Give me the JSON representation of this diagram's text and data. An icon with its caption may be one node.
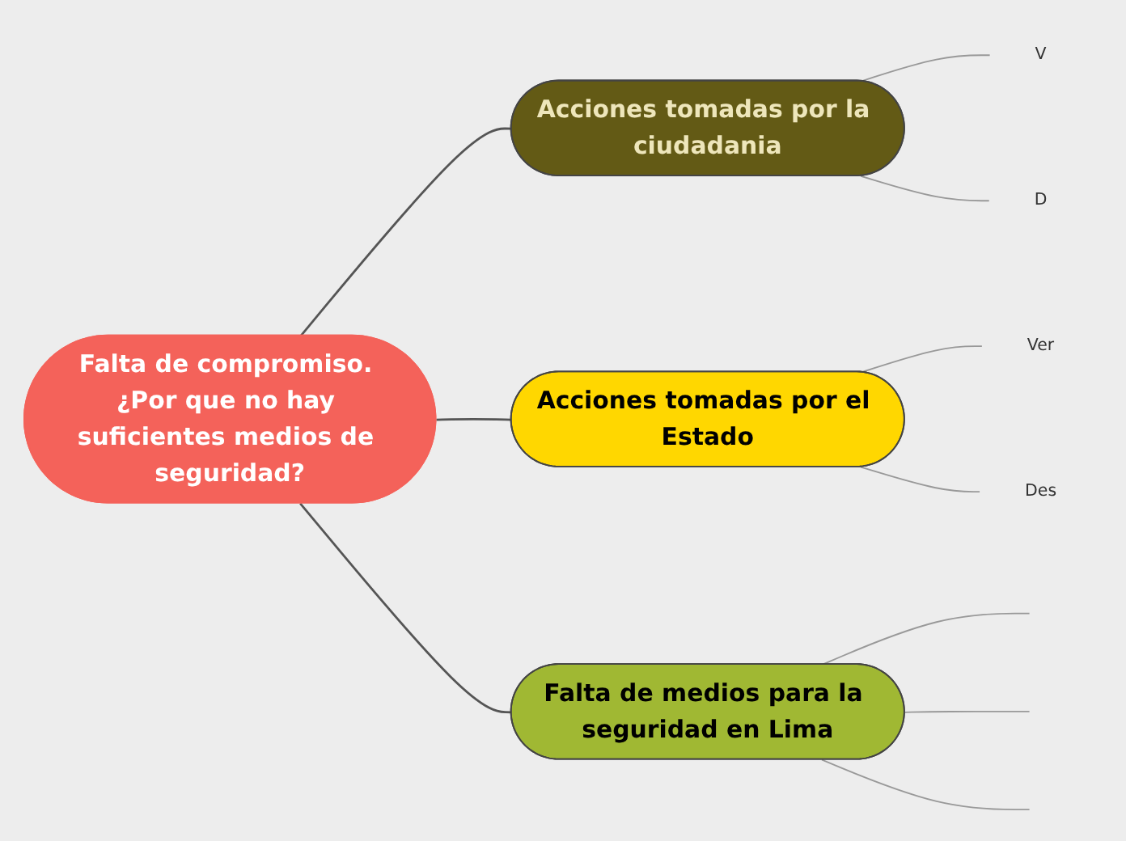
{
  "diagram": {
    "nodes": [
      {
        "text": [
          "Falta de compromiso. ¿Por que no hay suficientes medios de seguridad?"
        ]
      },
      {
        "text": [
          "Acciones tomadas por la ciudadania"
        ]
      },
      {
        "text": [
          "V"
        ]
      },
      {
        "text": [
          "D"
        ]
      },
      {
        "text": [
          "Acciones tomadas por el Estado"
        ]
      },
      {
        "text": [
          "Ver"
        ]
      },
      {
        "text": [
          "Des"
        ]
      },
      {
        "text": [
          "Falta de medios para la seguridad en Lima"
        ]
      }
    ],
    "edges": [
      {
        "from": 0,
        "to": 1,
        "arrow": "none"
      },
      {
        "from": 1,
        "to": 2,
        "arrow": "none",
        "color": "#999999"
      },
      {
        "from": 1,
        "to": 3,
        "arrow": "none",
        "color": "#999999"
      },
      {
        "from": 0,
        "to": 4,
        "arrow": "none"
      },
      {
        "from": 4,
        "to": 5,
        "arrow": "none",
        "color": "#999999"
      },
      {
        "from": 4,
        "to": 6,
        "arrow": "none",
        "color": "#999999"
      },
      {
        "from": 0,
        "to": 7,
        "arrow": "none"
      },
      {
        "from": 7,
        "to": null,
        "arrow": "none",
        "color": "#999999"
      },
      {
        "from": 7,
        "to": null,
        "arrow": "none",
        "color": "#999999"
      },
      {
        "from": 7,
        "to": null,
        "arrow": "none",
        "color": "#999999"
      }
    ]
  }
}
